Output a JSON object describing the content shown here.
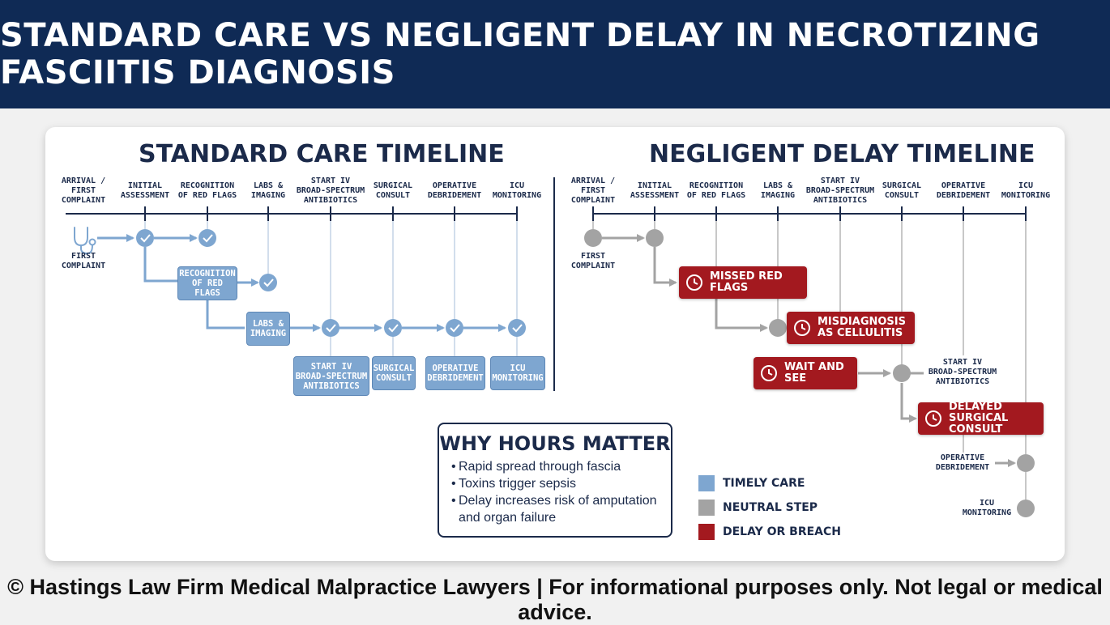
{
  "title": "STANDARD CARE VS NEGLIGENT DELAY IN NECROTIZING FASCIITIS DIAGNOSIS",
  "colors": {
    "timely": "#7ea6d0",
    "neutral": "#a3a3a3",
    "breach": "#a3191f",
    "navy": "#0f2a55"
  },
  "standard": {
    "title": "STANDARD CARE TIMELINE",
    "steps": [
      "ARRIVAL /\nFIRST\nCOMPLAINT",
      "INITIAL\nASSESSMENT",
      "RECOGNITION\nOF RED FLAGS",
      "LABS &\nIMAGING",
      "START IV\nBROAD-SPECTRUM\nANTIBIOTICS",
      "SURGICAL\nCONSULT",
      "OPERATIVE\nDEBRIDEMENT",
      "ICU\nMONITORING"
    ],
    "first_complaint": "FIRST\nCOMPLAINT",
    "boxes": [
      "RECOGNITION\nOF RED FLAGS",
      "LABS &\nIMAGING",
      "START IV\nBROAD-SPECTRUM\nANTIBIOTICS",
      "SURGICAL\nCONSULT",
      "OPERATIVE\nDEBRIDEMENT",
      "ICU\nMONITORING"
    ]
  },
  "negligent": {
    "title": "NEGLIGENT DELAY TIMELINE",
    "steps": [
      "ARRIVAL /\nFIRST\nCOMPLAINT",
      "INITIAL\nASSESSMENT",
      "RECOGNITION\nOF RED FLAGS",
      "LABS &\nIMAGING",
      "START IV\nBROAD-SPECTRUM\nANTIBIOTICS",
      "SURGICAL\nCONSULT",
      "OPERATIVE\nDEBRIDEMENT",
      "ICU\nMONITORING"
    ],
    "first_complaint": "FIRST\nCOMPLAINT",
    "breaches": [
      "MISSED RED FLAGS",
      "MISDIAGNOSIS\nAS CELLULITIS",
      "WAIT AND SEE",
      "DELAYED SURGICAL\nCONSULT"
    ],
    "side_labels": [
      "START IV\nBROAD-SPECTRUM\nANTIBIOTICS",
      "OPERATIVE\nDEBRIDEMENT",
      "ICU\nMONITORING"
    ]
  },
  "why": {
    "title": "WHY HOURS MATTER",
    "items": [
      "Rapid spread through fascia",
      "Toxins trigger sepsis",
      "Delay increases risk of amputation and organ failure"
    ]
  },
  "legend": [
    "TIMELY CARE",
    "NEUTRAL STEP",
    "DELAY OR BREACH"
  ],
  "footer": "© Hastings Law Firm Medical Malpractice Lawyers | For informational purposes only. Not legal or medical advice."
}
